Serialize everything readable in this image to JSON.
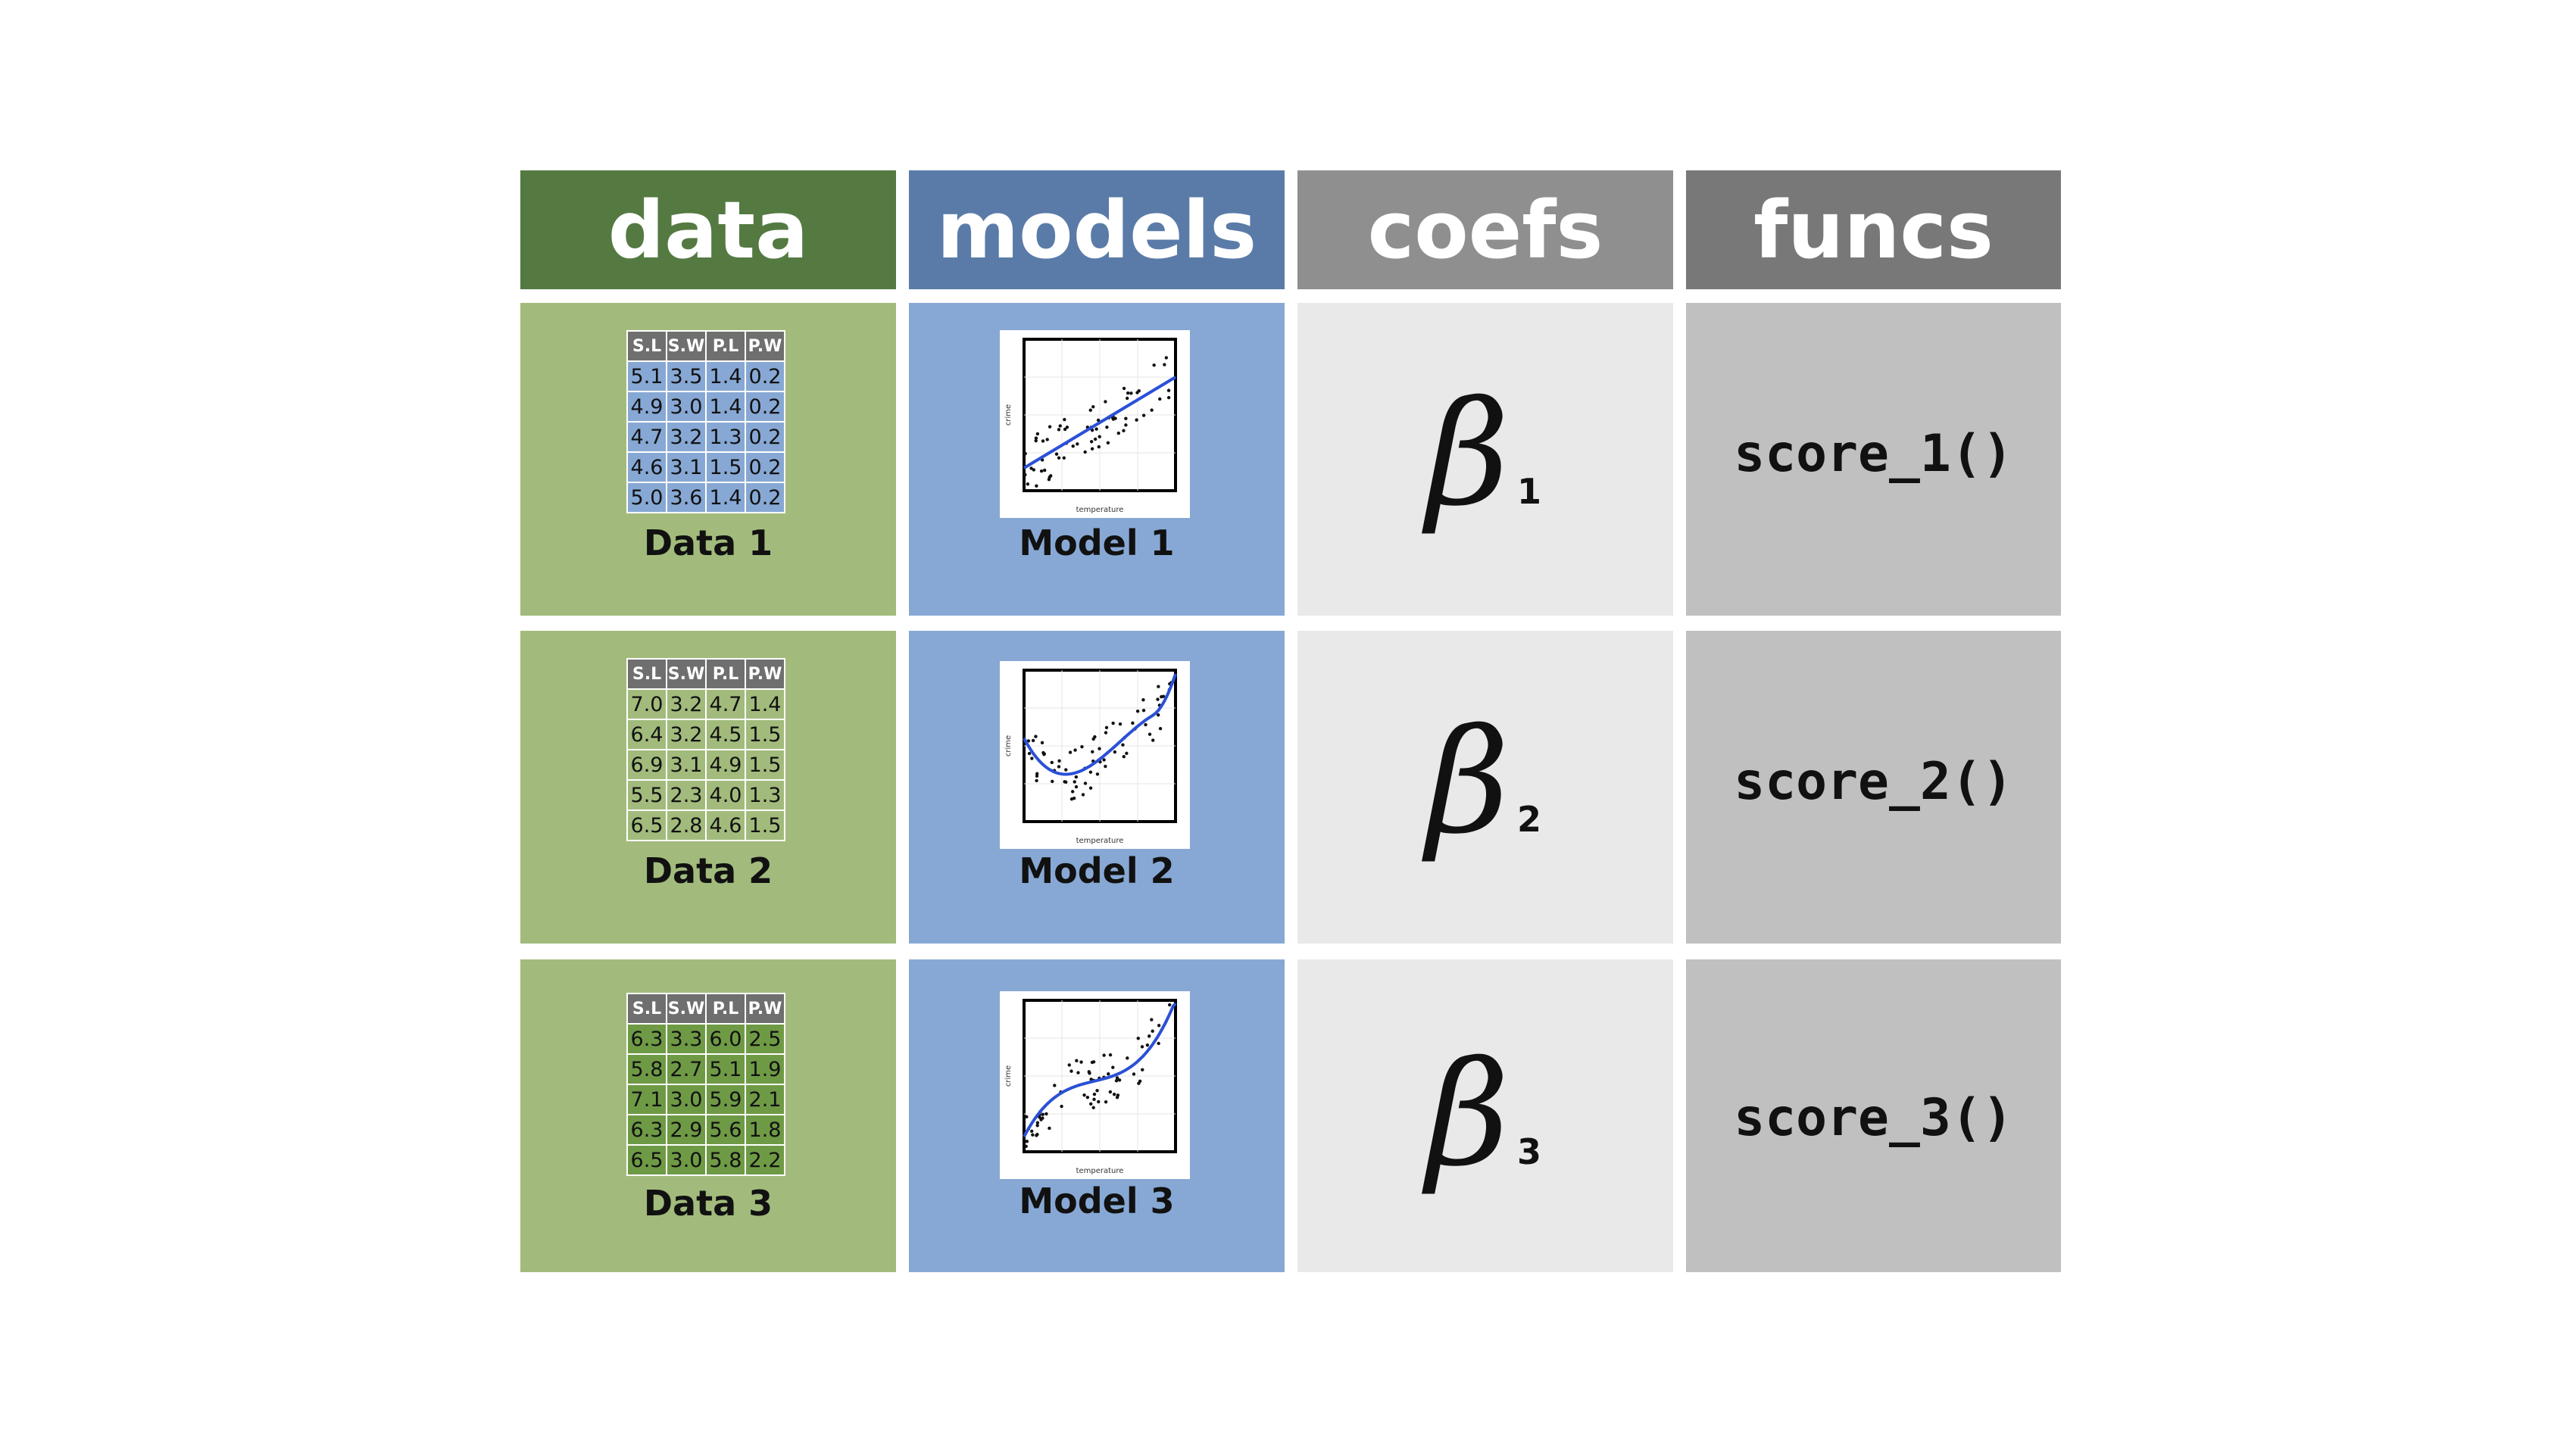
{
  "headers": [
    {
      "label": "data",
      "color": "#547a42"
    },
    {
      "label": "models",
      "color": "#5a7ba8"
    },
    {
      "label": "coefs",
      "color": "#8f8f8f"
    },
    {
      "label": "funcs",
      "color": "#787878"
    }
  ],
  "table_columns": [
    "S.L",
    "S.W",
    "P.L",
    "P.W"
  ],
  "rows": [
    {
      "data_label": "Data 1",
      "table_cell_color": "#87a8d4",
      "table": [
        [
          "5.1",
          "3.5",
          "1.4",
          "0.2"
        ],
        [
          "4.9",
          "3.0",
          "1.4",
          "0.2"
        ],
        [
          "4.7",
          "3.2",
          "1.3",
          "0.2"
        ],
        [
          "4.6",
          "3.1",
          "1.5",
          "0.2"
        ],
        [
          "5.0",
          "3.6",
          "1.4",
          "0.2"
        ]
      ],
      "model_label": "Model 1",
      "beta": "β",
      "beta_sub": "1",
      "func": "score_1()"
    },
    {
      "data_label": "Data 2",
      "table_cell_color": "#a2bb7c",
      "table": [
        [
          "7.0",
          "3.2",
          "4.7",
          "1.4"
        ],
        [
          "6.4",
          "3.2",
          "4.5",
          "1.5"
        ],
        [
          "6.9",
          "3.1",
          "4.9",
          "1.5"
        ],
        [
          "5.5",
          "2.3",
          "4.0",
          "1.3"
        ],
        [
          "6.5",
          "2.8",
          "4.6",
          "1.5"
        ]
      ],
      "model_label": "Model 2",
      "beta": "β",
      "beta_sub": "2",
      "func": "score_2()"
    },
    {
      "data_label": "Data 3",
      "table_cell_color": "#6f9a45",
      "table": [
        [
          "6.3",
          "3.3",
          "6.0",
          "2.5"
        ],
        [
          "5.8",
          "2.7",
          "5.1",
          "1.9"
        ],
        [
          "7.1",
          "3.0",
          "5.9",
          "2.1"
        ],
        [
          "6.3",
          "2.9",
          "5.6",
          "1.8"
        ],
        [
          "6.5",
          "3.0",
          "5.8",
          "2.2"
        ]
      ],
      "model_label": "Model 3",
      "beta": "β",
      "beta_sub": "3",
      "func": "score_3()"
    }
  ],
  "plot_axis": {
    "xlabel": "temperature",
    "ylabel": "crime"
  },
  "plot_line_color": "#2b50d6"
}
